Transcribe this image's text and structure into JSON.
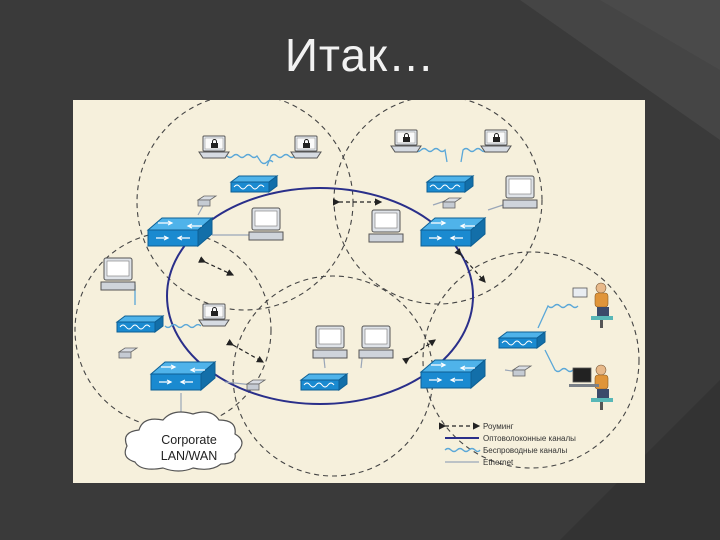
{
  "slide": {
    "title": "Итак…"
  },
  "cloud": {
    "line1": "Corporate",
    "line2": "LAN/WAN"
  },
  "legend": [
    {
      "label": "Роуминг",
      "style": "roaming"
    },
    {
      "label": "Оптоволоконные каналы",
      "style": "fiber"
    },
    {
      "label": "Беспроводные каналы",
      "style": "wireless"
    },
    {
      "label": "Ethernet",
      "style": "ethernet"
    }
  ],
  "colors": {
    "background": "#3a3a3a",
    "panel": "#f6f0dc",
    "fiber": "#2a2f8a",
    "wireless": "#5aa7d8",
    "ethernet": "#9aa6b8",
    "device_blue": "#1a8ad0"
  }
}
